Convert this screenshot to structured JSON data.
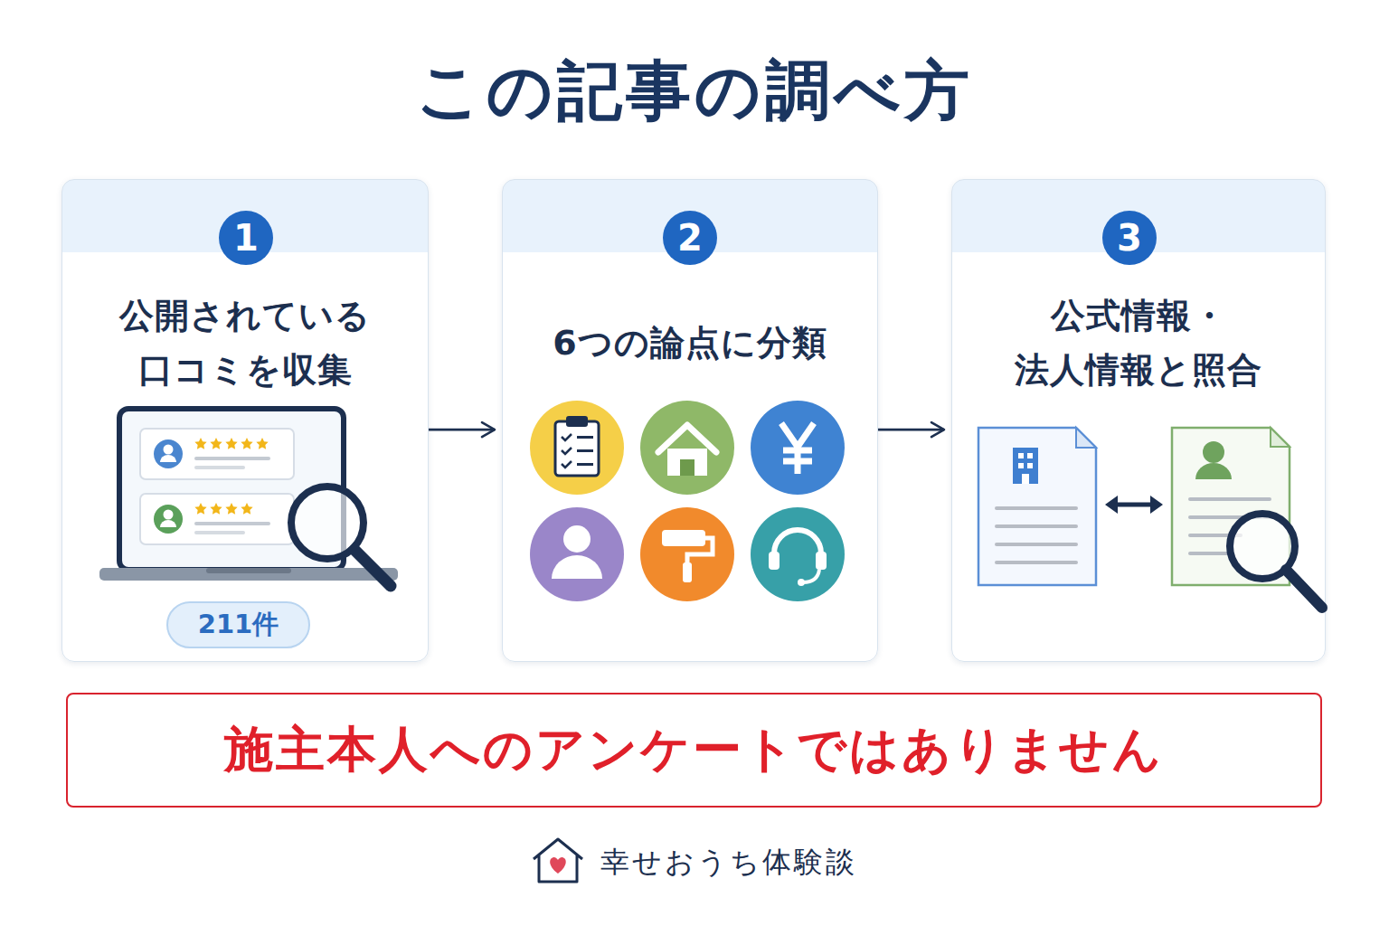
{
  "diagram": {
    "title": "この記事の調べ方",
    "nodes": [
      {
        "text": [
          "公開されている 口コミを収集"
        ]
      },
      {
        "text": [
          "1"
        ],
        "in": 0
      },
      {
        "text": [
          "211件"
        ],
        "in": 0
      },
      {
        "text": [
          "6つの論点に分類"
        ]
      },
      {
        "text": [
          "2"
        ],
        "in": 3
      },
      {
        "text": [
          "公式情報・ 法人情報と照合"
        ]
      },
      {
        "text": [
          "3"
        ],
        "in": 5
      },
      {
        "text": [
          "施主本人へのアンケートではありません"
        ]
      }
    ],
    "edges": [
      {
        "from": 0,
        "to": 3,
        "arrow": "to"
      },
      {
        "from": 3,
        "to": 5,
        "arrow": "to"
      }
    ],
    "labels": [
      "幸せおうち体験談"
    ]
  }
}
